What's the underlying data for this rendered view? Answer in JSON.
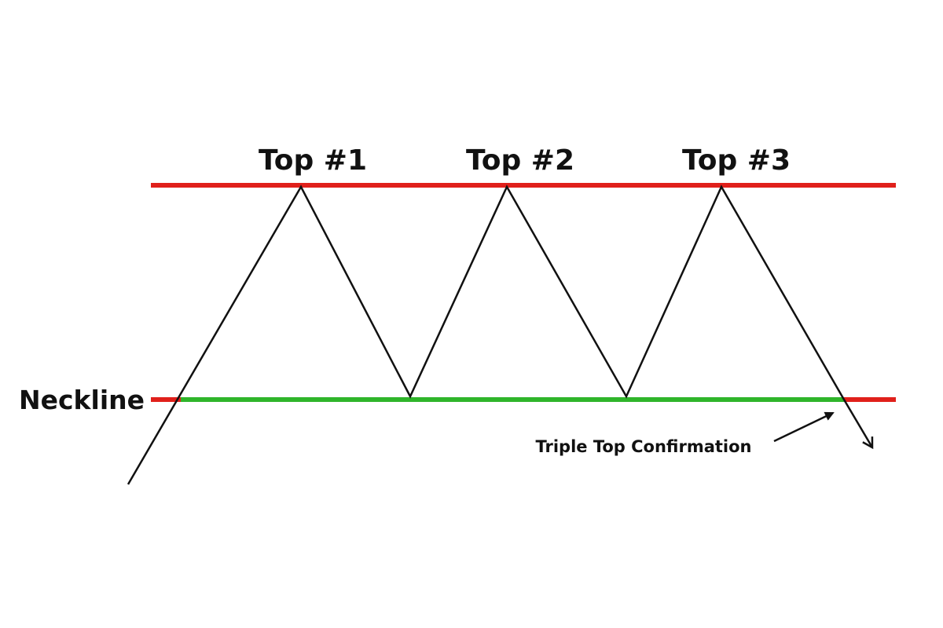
{
  "labels": {
    "top1": "Top #1",
    "top2": "Top #2",
    "top3": "Top #3",
    "neckline": "Neckline",
    "confirmation": "Triple Top Confirmation"
  },
  "colors": {
    "resistance": "#e0201b",
    "neckline": "#2fb52a",
    "neckline_extension": "#e0201b",
    "price_line": "#111111",
    "text": "#111111"
  }
}
